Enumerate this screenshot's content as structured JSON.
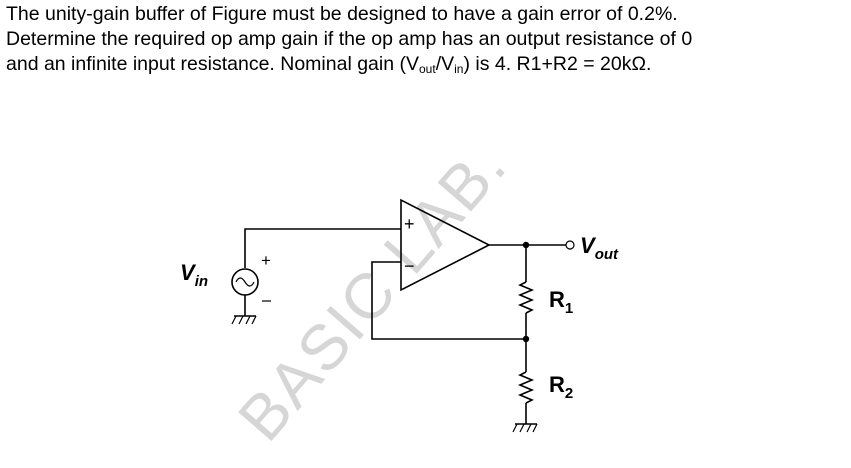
{
  "problem": {
    "line1": "The unity-gain buffer of Figure must be designed to have a gain error of 0.2%.",
    "line2": "Determine the required op amp gain if the op amp has an output resistance of 0",
    "line3_a": "and an infinite input resistance. Nominal gain (V",
    "line3_sub1": "out",
    "line3_b": "/V",
    "line3_sub2": "in",
    "line3_c": ") is 4. R1+R2 = 20kΩ."
  },
  "circuit": {
    "vin_label": "V",
    "vin_sub": "in",
    "vout_label": "V",
    "vout_sub": "out",
    "r1_label": "R",
    "r1_sub": "1",
    "r2_label": "R",
    "r2_sub": "2",
    "plus_sign": "+",
    "minus_sign": "−"
  },
  "watermark": {
    "text": "BASIC LAB."
  }
}
